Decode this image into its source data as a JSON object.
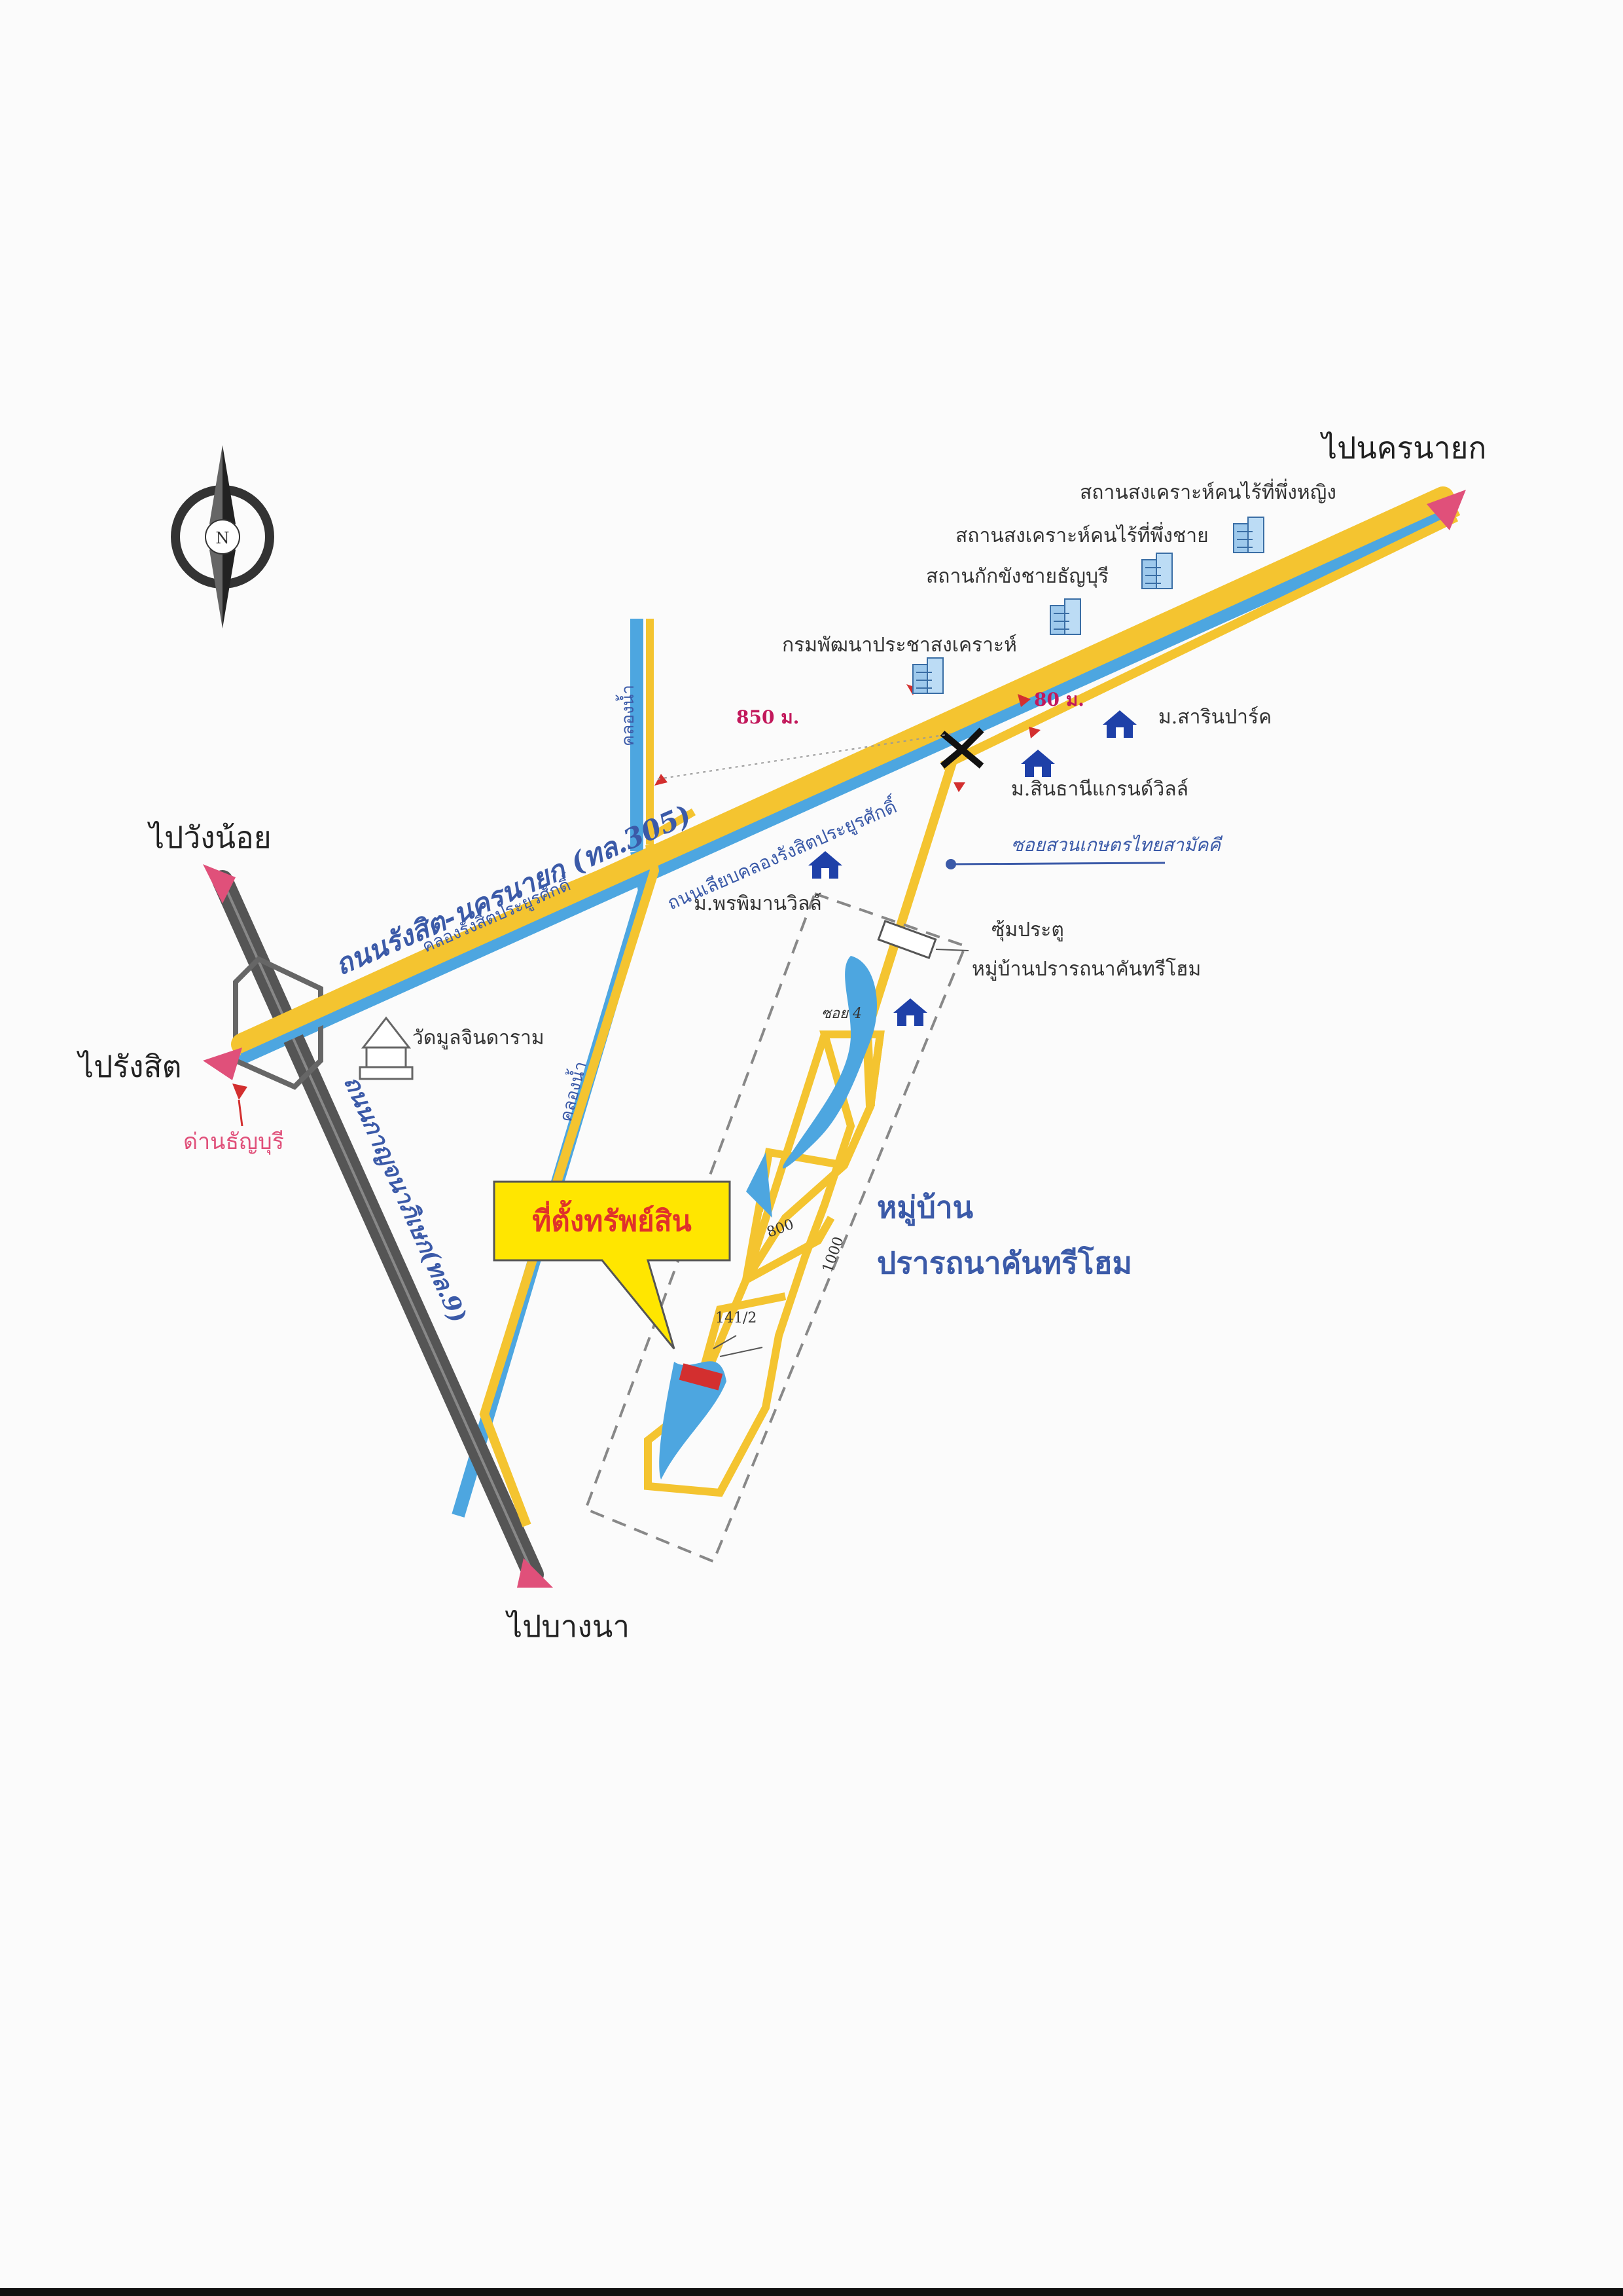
{
  "directions": {
    "nakhon_nayok": "ไปนครนายก",
    "wang_noi": "ไปวังน้อย",
    "rangsit": "ไปรังสิต",
    "bang_na": "ไปบางนา"
  },
  "roads": {
    "rangsit_nakhon_nayok": "ถนนรังสิต-นครนายก (ทล.305)",
    "kanchanaphisek": "ถนนกาญจนาภิเษก(ทล.9)",
    "soi_suan_kaset": "ซอยสวนเกษตรไทยสามัคคี",
    "canal_side_road": "ถนนเลียบคลองรังสิตประยูรศักดิ์",
    "soi_4": "ซอย 4"
  },
  "canals": {
    "rangsit_prayoonsak": "คลองรังสิตประยูรศักดิ์",
    "khlong_nam_north": "คลองน้ำ",
    "khlong_nam_south": "คลองน้ำ"
  },
  "places": {
    "women_shelter": "สถานสงเคราะห์คนไร้ที่พึ่งหญิง",
    "men_shelter": "สถานสงเคราะห์คนไร้ที่พึ่งชาย",
    "thanyaburi_detention": "สถานกักขังชายธัญบุรี",
    "social_dev_dept": "กรมพัฒนาประชาสงเคราะห์",
    "sarin_park": "ม.สารินปาร์ค",
    "sinthani_grand_ville": "ม.สินธานีแกรนด์วิลล์",
    "pornpimarn_ville": "ม.พรพิมานวิลล์",
    "wat_mun": "วัดมูลจินดาราม",
    "toll": "ด่านธัญบุรี",
    "gate_line1": "ซุ้มประตู",
    "gate_line2": "หมู่บ้านปรารถนาคันทรีโฮม",
    "village_line1": "หมู่บ้าน",
    "village_line2": "ปรารถนาคันทรีโฮม",
    "property_label": "ที่ตั้งทรัพย์สิน",
    "lot_number": "141/2"
  },
  "distances": {
    "d850": "850 ม.",
    "d80": "80 ม.",
    "d800": "800",
    "d1000": "1000"
  },
  "compass": {
    "letter": "N"
  },
  "colors": {
    "road_yellow": "#f4c430",
    "canal_blue": "#4da6e0",
    "expressway": "#555555",
    "accent_pink": "#e0507a",
    "property_red": "#d32f2f",
    "callout_yellow": "#ffe600"
  }
}
